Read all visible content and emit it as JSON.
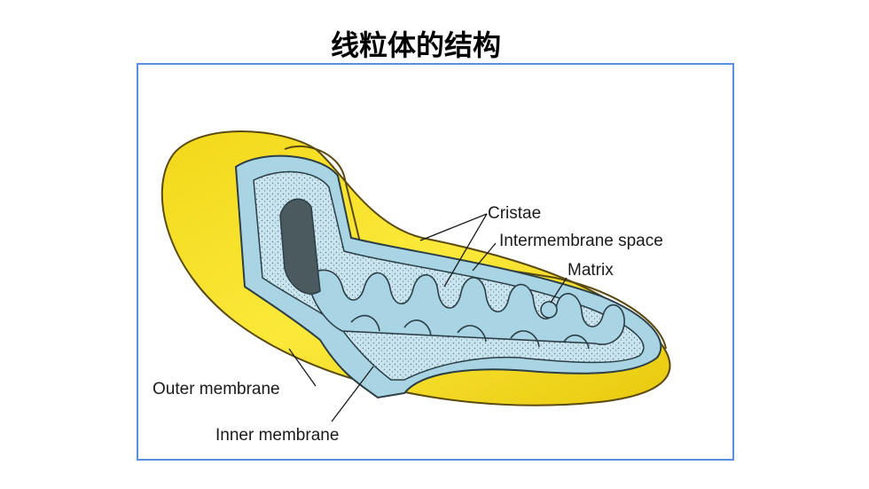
{
  "title": "线粒体的结构",
  "labels": {
    "cristae": "Cristae",
    "intermembrane_space": "Intermembrane space",
    "matrix": "Matrix",
    "outer_membrane": "Outer membrane",
    "inner_membrane": "Inner membrane"
  },
  "colors": {
    "outer_membrane": "#f7e21c",
    "inner_membrane": "#a8d4e4",
    "matrix": "#c9e4ee",
    "frame_border": "#5b8de0"
  }
}
